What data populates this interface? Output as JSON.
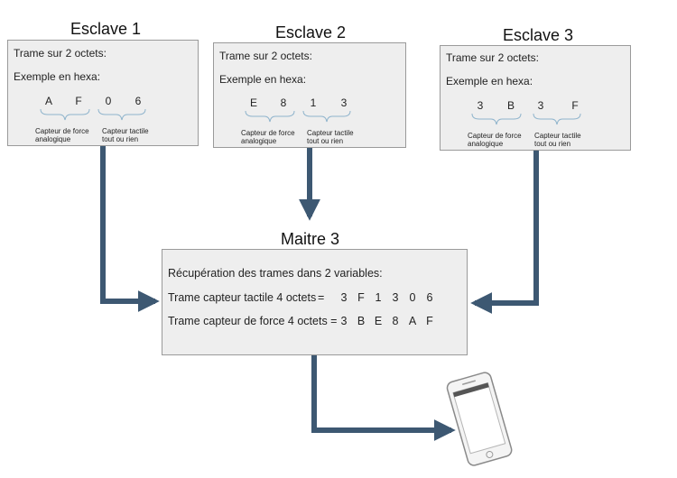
{
  "slaves": [
    {
      "title": "Esclave 1",
      "frame_text": "Trame sur 2 octets:",
      "example_text": "Exemple en hexa:",
      "digits": [
        "A",
        "F",
        "0",
        "6"
      ],
      "label_force": "Capteur de force\nanalogique",
      "label_tactile": "Capteur tactile\ntout ou rien"
    },
    {
      "title": "Esclave 2",
      "frame_text": "Trame sur 2 octets:",
      "example_text": "Exemple en hexa:",
      "digits": [
        "E",
        "8",
        "1",
        "3"
      ],
      "label_force": "Capteur de force\nanalogique",
      "label_tactile": "Capteur tactile\ntout ou rien"
    },
    {
      "title": "Esclave 3",
      "frame_text": "Trame sur 2 octets:",
      "example_text": "Exemple en hexa:",
      "digits": [
        "3",
        "B",
        "3",
        "F"
      ],
      "label_force": "Capteur de force\nanalogique",
      "label_tactile": "Capteur tactile\ntout ou rien"
    }
  ],
  "master": {
    "title": "Maitre 3",
    "heading": "Récupération des trames dans 2 variables:",
    "row1_label": "Trame capteur tactile 4 octets",
    "row1_eq": "=",
    "row1_values": [
      "3",
      "F",
      "1",
      "3",
      "0",
      "6"
    ],
    "row2_label": "Trame capteur de force 4 octets =",
    "row2_values": [
      "3",
      "B",
      "E",
      "8",
      "A",
      "F"
    ]
  },
  "colors": {
    "arrow": "#3d5872",
    "box_fill": "#eeeeee",
    "box_border": "#9a9a9a"
  },
  "icons": {
    "phone": "smartphone-icon"
  }
}
